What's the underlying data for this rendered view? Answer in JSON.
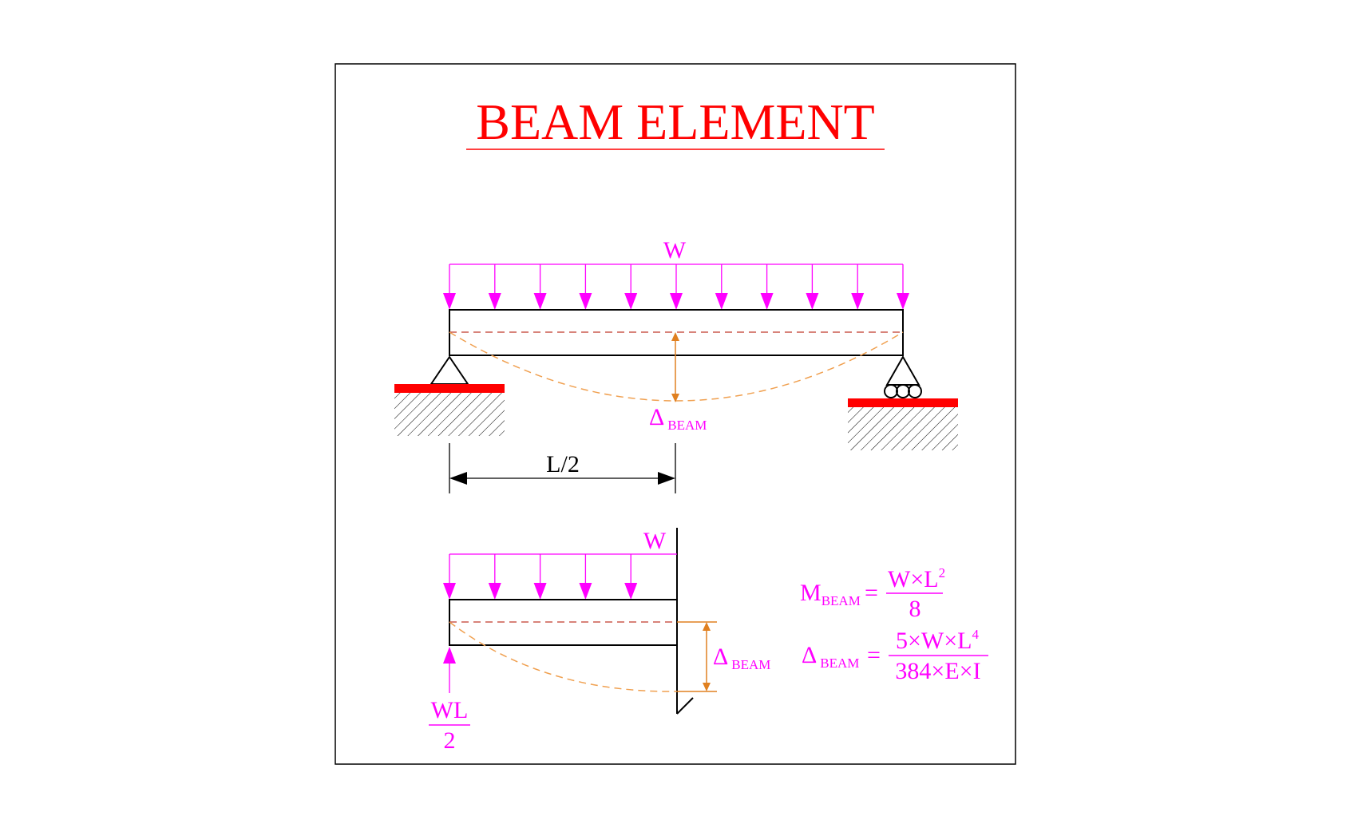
{
  "title": "BEAM ELEMENT",
  "colors": {
    "title": "#ff0000",
    "load": "#ff00ff",
    "beam": "#000000",
    "neutral_axis": "#c0392b",
    "deflection": "#e08020",
    "ground": "#ff0000"
  },
  "simply_supported": {
    "load_label": "W",
    "deflection_symbol": "Δ",
    "deflection_subscript": "BEAM",
    "span_label": "L/2",
    "load_arrow_count": 11
  },
  "half_beam": {
    "load_label": "W",
    "reaction_numerator": "WL",
    "reaction_denominator": "2",
    "deflection_symbol": "Δ",
    "deflection_subscript": "BEAM",
    "load_arrow_count": 5
  },
  "formulas": {
    "moment": {
      "symbol": "M",
      "subscript": "BEAM",
      "equals": "=",
      "numerator": "W×L",
      "numerator_exp": "2",
      "denominator": "8"
    },
    "deflection": {
      "symbol": "Δ",
      "subscript": "BEAM",
      "equals": "=",
      "numerator": "5×W×L",
      "numerator_exp": "4",
      "denominator": "384×E×I"
    }
  }
}
